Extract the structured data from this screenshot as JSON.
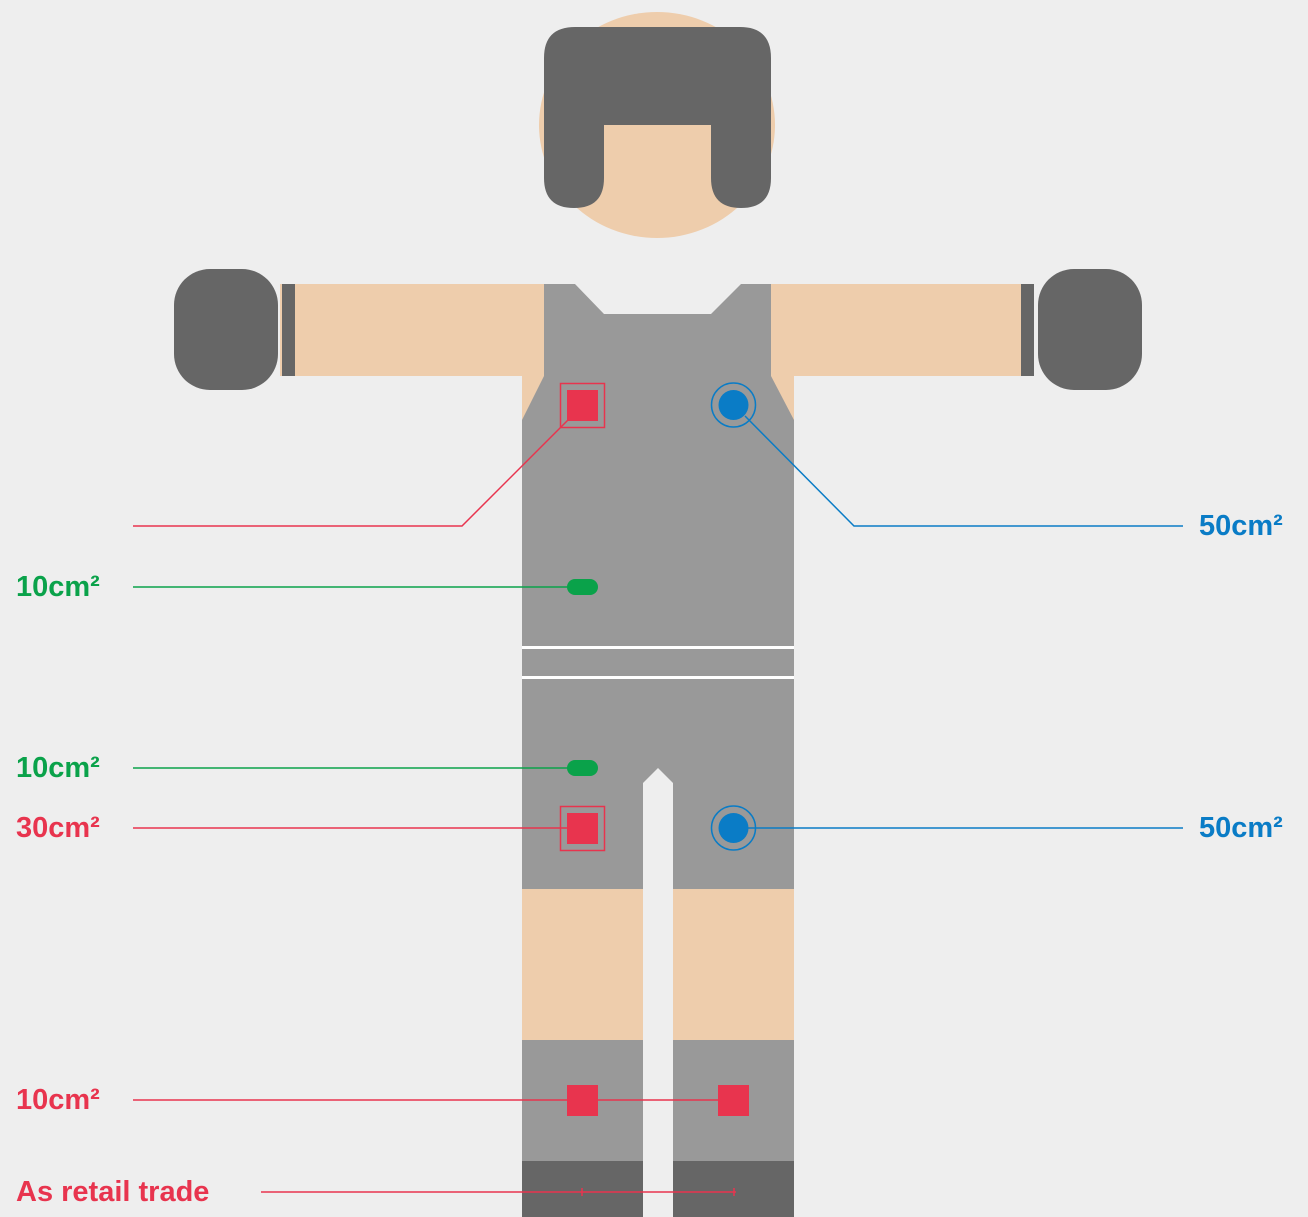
{
  "colors": {
    "background": "#eeeeee",
    "skin": "#eecdac",
    "gear_dark": "#666666",
    "kit_grey": "#999999",
    "red": "#e8344e",
    "green": "#0aa24a",
    "blue": "#0a7cc6",
    "white": "#ffffff"
  },
  "icons": {
    "square_marker": "filled-square",
    "framed_square_marker": "square-with-outline",
    "circle_marker": "circle-with-ring",
    "pill_marker": "rounded-pill"
  },
  "labels": {
    "chest_right": "50cm²",
    "chest_center": "10cm²",
    "shorts_center": "10cm²",
    "shorts_left": "30cm²",
    "shorts_right": "50cm²",
    "socks": "10cm²",
    "shoes": "As retail trade"
  }
}
